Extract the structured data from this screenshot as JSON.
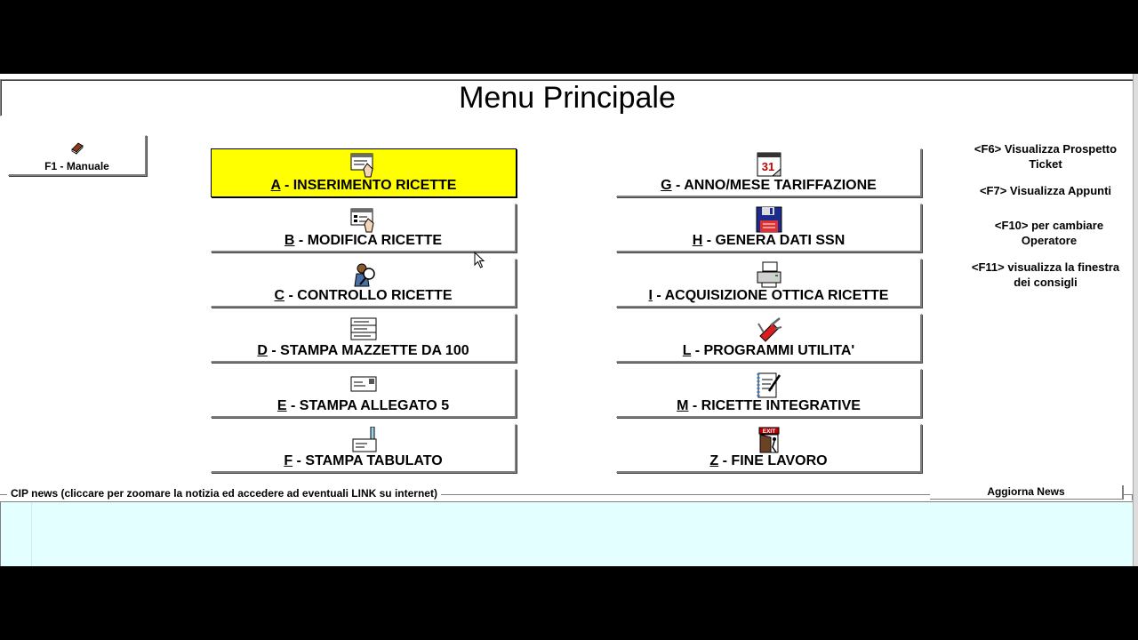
{
  "title": "Menu Principale",
  "manual": {
    "label": "F1 - Manuale",
    "icon": "book-icon"
  },
  "menu_left": [
    {
      "key": "A",
      "text": " - INSERIMENTO RICETTE",
      "icon": "form-pen-icon",
      "active": true
    },
    {
      "key": "B",
      "text": " - MODIFICA RICETTE",
      "icon": "form-edit-icon"
    },
    {
      "key": "C",
      "text": " - CONTROLLO RICETTE",
      "icon": "magnifier-person-icon"
    },
    {
      "key": "D",
      "text": " - STAMPA MAZZETTE DA 100",
      "icon": "stacked-papers-icon"
    },
    {
      "key": "E",
      "text": " - STAMPA ALLEGATO 5",
      "icon": "envelope-icon"
    },
    {
      "key": "F",
      "text": " - STAMPA TABULATO",
      "icon": "printout-icon"
    }
  ],
  "menu_right": [
    {
      "key": "G",
      "text": " - ANNO/MESE TARIFFAZIONE",
      "icon": "calendar-icon",
      "calendar_day": "31"
    },
    {
      "key": "H",
      "text": " - GENERA DATI SSN",
      "icon": "floppy-disk-icon"
    },
    {
      "key": "I",
      "text": " - ACQUISIZIONE OTTICA RICETTE",
      "icon": "scanner-icon"
    },
    {
      "key": "L",
      "text": " - PROGRAMMI UTILITA'",
      "icon": "swiss-knife-icon"
    },
    {
      "key": "M",
      "text": " - RICETTE INTEGRATIVE",
      "icon": "notepad-pen-icon"
    },
    {
      "key": "Z",
      "text": " - FINE LAVORO",
      "icon": "exit-door-icon",
      "sign": "EXIT"
    }
  ],
  "hints": [
    {
      "line1": "<F6> Visualizza Prospetto",
      "line2": "Ticket"
    },
    {
      "line1": "<F7> Visualizza Appunti",
      "line2": ""
    },
    {
      "line1": "<F10> per cambiare",
      "line2": "Operatore"
    },
    {
      "line1": "<F11> visualizza la finestra",
      "line2": "dei consigli"
    }
  ],
  "news": {
    "caption": "CIP news (cliccare per zoomare la notizia ed accedere ad eventuali LINK su internet)",
    "refresh_label": "Aggiorna News"
  },
  "colors": {
    "active_button": "#ffff00",
    "news_background": "#e4ffff"
  }
}
